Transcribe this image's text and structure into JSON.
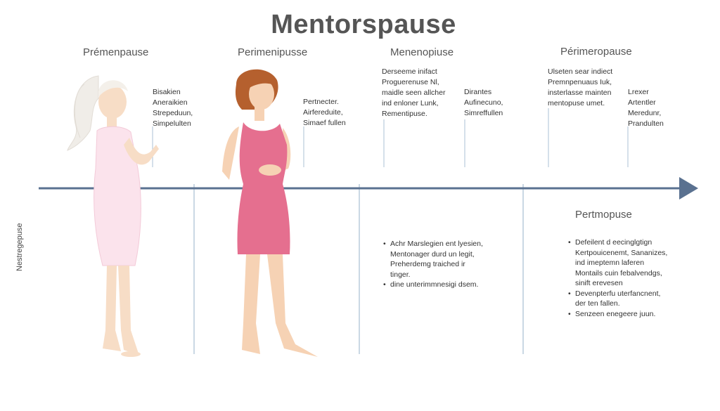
{
  "title": "Mentorspause",
  "side_label": "Nestregepuse",
  "stages": [
    {
      "label": "Prémenpause"
    },
    {
      "label": "Perimenipusse"
    },
    {
      "label": "Menenopiuse"
    },
    {
      "label": "Périmeropause"
    }
  ],
  "notes": [
    [
      "Bisakien",
      "Aneraikien",
      "Strepeduun,",
      "Simpelulten"
    ],
    [
      "Pertnecter.",
      "Airfereduite,",
      "Simaef fullen"
    ],
    [
      "Derseeme inifact",
      "Proguerenuse Nl,",
      "maidle seen allcher",
      "ind enloner Lunk,",
      "Rementipuse."
    ],
    [
      "Dirantes",
      "Aufinecuno,",
      "Simreffullen"
    ],
    [
      "Ulseten sear indiect",
      "Premnpenuaus Iuk,",
      "insterlasse mainten",
      "mentopuse umet."
    ],
    [
      "Lrexer",
      "Artentler",
      "Meredunr,",
      "Prandulten"
    ]
  ],
  "lower_label": "Pertmopuse",
  "bullets_left": [
    {
      "text": "Achr Marslegien ent lyesien,",
      "bullet": true
    },
    {
      "text": "Mentonager durd un legit,",
      "bullet": false
    },
    {
      "text": "Preherdemg traiched ir",
      "bullet": false
    },
    {
      "text": "tinger.",
      "bullet": false
    },
    {
      "text": "dine unterimmnesigi dsem.",
      "bullet": true
    }
  ],
  "bullets_right": [
    {
      "text": "Defeilent d eecinglgtign",
      "bullet": true
    },
    {
      "text": "Kertpouicenemt, Sananizes,",
      "bullet": false
    },
    {
      "text": "ind imeptemn laferen",
      "bullet": false
    },
    {
      "text": "Montails cuin febalvendgs,",
      "bullet": false
    },
    {
      "text": "sinift erevesen",
      "bullet": false
    },
    {
      "text": "Devenpterfu uterfancnent,",
      "bullet": true
    },
    {
      "text": "der ten fallen.",
      "bullet": false
    },
    {
      "text": "Senzeen enegeere juun.",
      "bullet": true
    }
  ],
  "colors": {
    "timeline": "#5a7190",
    "divider": "#b9cbdc",
    "dress_pink": "#e56f8f",
    "dress_light": "#fbe3ec",
    "skin": "#f6d2b4",
    "hair_brown": "#b5602e",
    "hair_white": "#f0ede8"
  }
}
